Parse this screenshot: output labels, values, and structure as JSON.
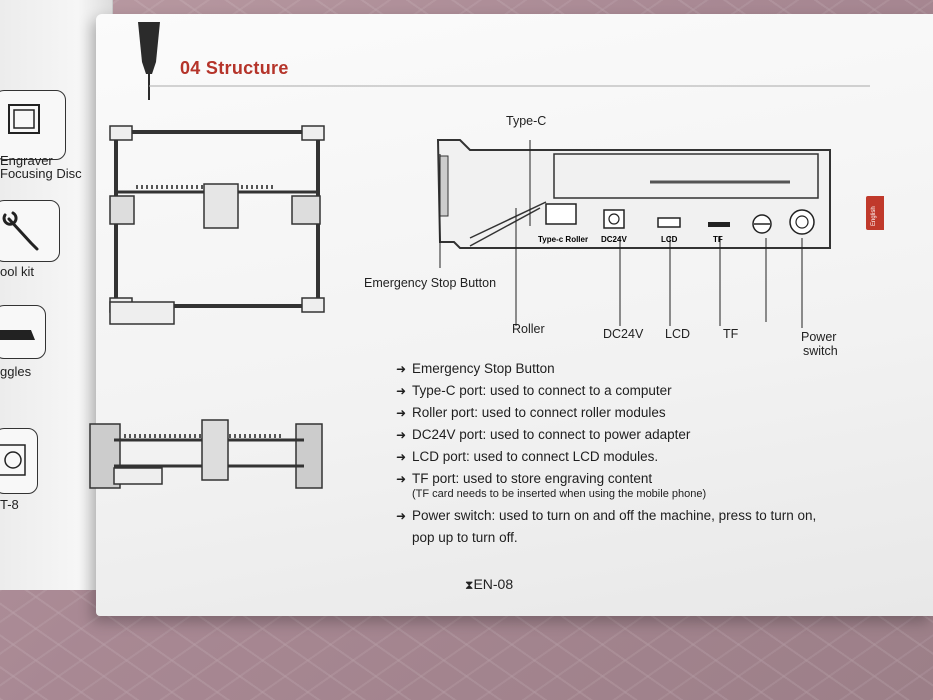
{
  "title": "04 Structure",
  "side_items": [
    "Engraver",
    "Focusing Disc",
    "ool kit",
    "ggles",
    "T-8"
  ],
  "port_labels": {
    "type_c": "Type-C",
    "emergency": "Emergency Stop Button",
    "roller": "Roller",
    "dc24v": "DC24V",
    "lcd": "LCD",
    "tf": "TF",
    "power_1": "Power",
    "power_2": "switch"
  },
  "panel_small_labels": {
    "typec_roller": "Type-c Roller",
    "dc24v": "DC24V",
    "lcd": "LCD",
    "tf": "TF"
  },
  "bullets": [
    {
      "text": "Emergency Stop Button"
    },
    {
      "text": "Type-C port: used to connect to a computer"
    },
    {
      "text": "Roller port: used to connect roller modules"
    },
    {
      "text": "DC24V port: used to connect to power adapter"
    },
    {
      "text": "LCD port: used to connect LCD modules."
    },
    {
      "text": "TF port: used to store engraving content",
      "note": "(TF card needs to be inserted when using the mobile phone)"
    },
    {
      "text": "Power switch: used to turn on and off the machine, press to turn on,",
      "text2": "pop up to turn off."
    }
  ],
  "footer": "EN-08",
  "lang_tab": "English",
  "colors": {
    "accent": "#b5342a",
    "tab": "#c0392b"
  }
}
